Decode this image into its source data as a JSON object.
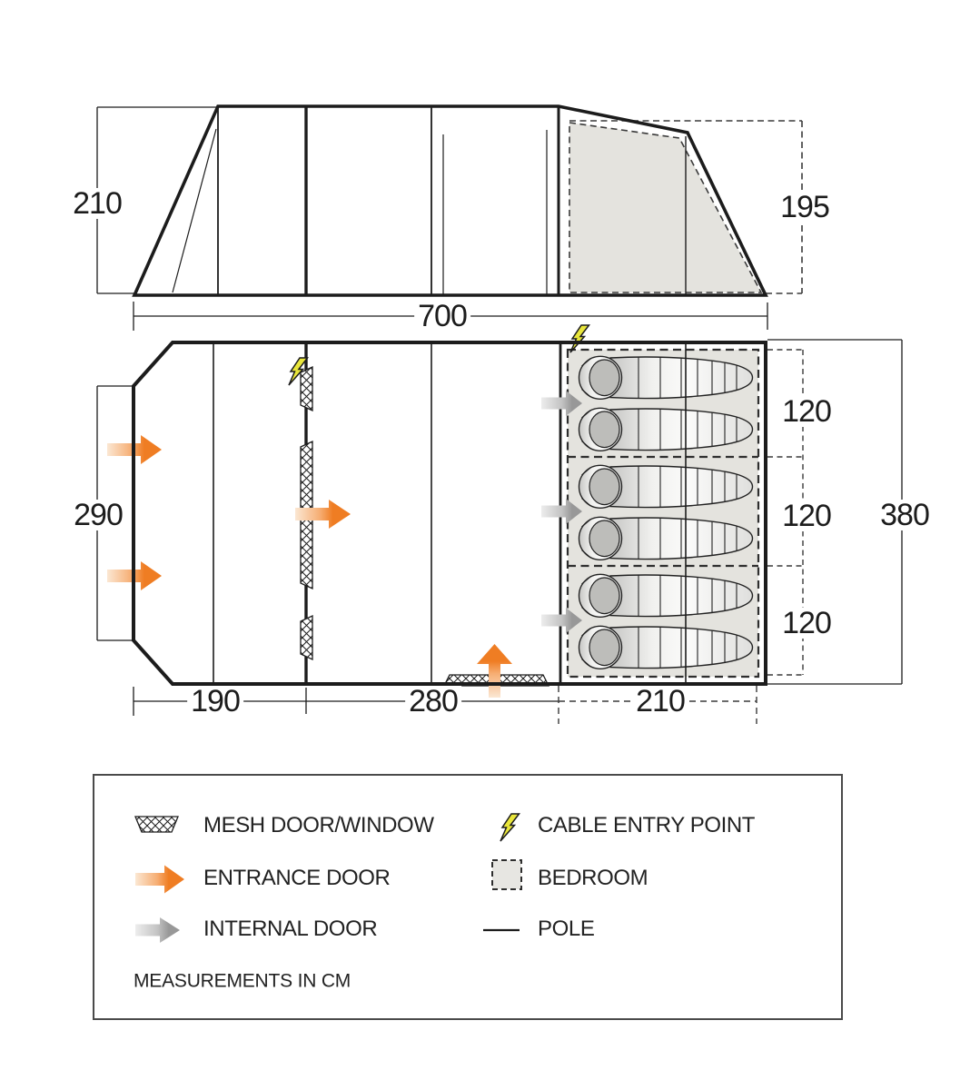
{
  "dimensions": {
    "elevation_height_left": "210",
    "elevation_height_right": "195",
    "total_length": "700",
    "front_depth": "290",
    "rear_depth": "380",
    "bedroom_section_depths": [
      "120",
      "120",
      "120"
    ],
    "bottom_segments": [
      "190",
      "280",
      "210"
    ]
  },
  "legend": {
    "items": [
      {
        "id": "mesh",
        "label": "MESH DOOR/WINDOW"
      },
      {
        "id": "cable",
        "label": "CABLE ENTRY POINT"
      },
      {
        "id": "entrance",
        "label": "ENTRANCE DOOR"
      },
      {
        "id": "bedroom",
        "label": "BEDROOM"
      },
      {
        "id": "internal",
        "label": "INTERNAL DOOR"
      },
      {
        "id": "pole",
        "label": "POLE"
      }
    ],
    "note": "MEASUREMENTS IN CM"
  },
  "floor_plan": {
    "sleeping_bags": 6,
    "entrance_doors": 4,
    "internal_doors": 3,
    "cable_entry_points": 2,
    "bedroom_sections": 3
  },
  "colors": {
    "entrance_door": "#ef7d23",
    "internal_door": "#9b9b9b",
    "cable_entry": "#e9e63b",
    "bedroom_fill": "#e4e3de",
    "line": "#1c1c1c"
  }
}
